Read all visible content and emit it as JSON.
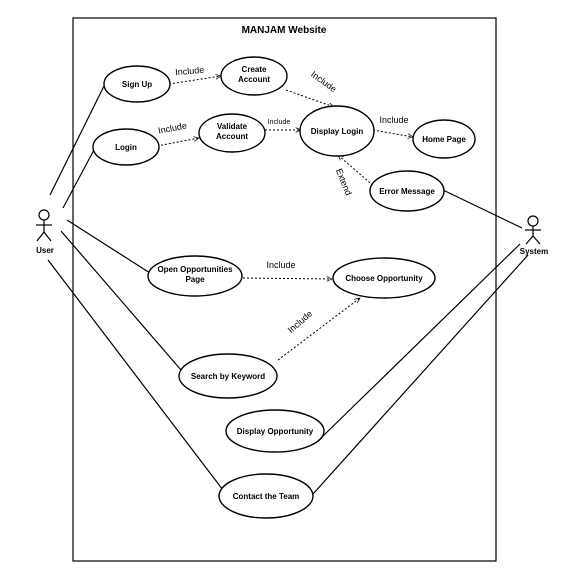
{
  "title": "MANJAM Website",
  "actors": {
    "user": "User",
    "system": "System"
  },
  "use_cases": {
    "sign_up": "Sign Up",
    "create_account": [
      "Create",
      "Account"
    ],
    "login": "Login",
    "validate_account": [
      "Validate",
      "Account"
    ],
    "display_login": "Display Login",
    "home_page": "Home Page",
    "error_message": "Error Message",
    "open_opportunities": [
      "Open Opportunities",
      "Page"
    ],
    "choose_opportunity": "Choose Opportunity",
    "search_keyword": "Search by Keyword",
    "display_opportunity": "Display Opportunity",
    "contact_team": "Contact the Team"
  },
  "relations": {
    "signup_create": "Include",
    "create_display": "Include",
    "login_validate": "Include",
    "validate_display": "Include",
    "display_home": "Include",
    "error_display": "Extend",
    "open_choose": "Include",
    "search_choose": "Include"
  }
}
